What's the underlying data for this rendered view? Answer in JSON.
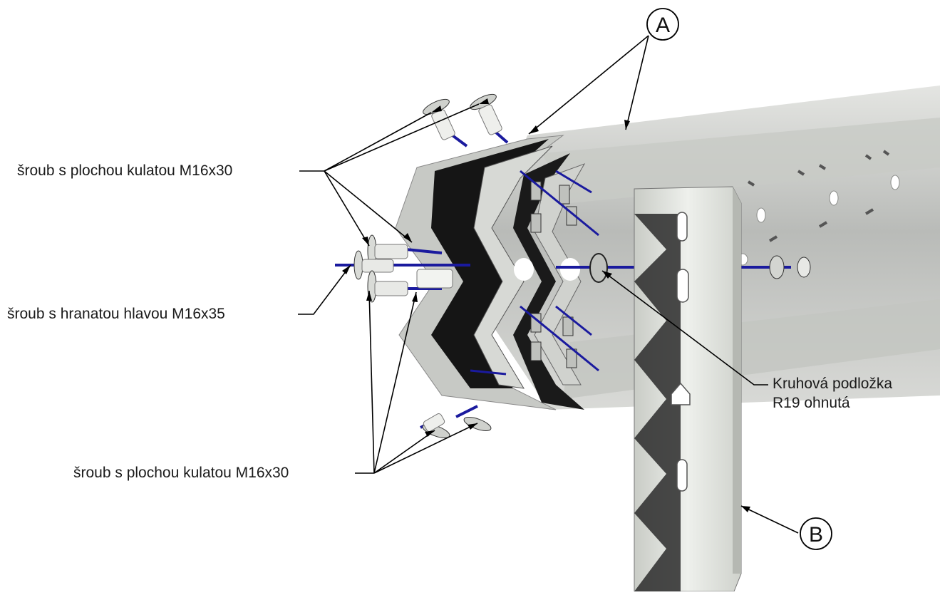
{
  "callouts": {
    "a": "A",
    "b": "B"
  },
  "labels": {
    "bolt_top": "šroub s plochou kulatou M16x30",
    "bolt_middle": "šroub s hranatou hlavou M16x35",
    "bolt_bottom": "šroub s plochou kulatou M16x30",
    "washer_line1": "Kruhová podložka",
    "washer_line2": "R19 ohnutá"
  },
  "colors": {
    "rail_light": "#d4d6d3",
    "rail_mid": "#a8aaa7",
    "rail_dark": "#111111",
    "post": "#e2e6df",
    "bolt_axis": "#1a1a9e",
    "leader": "#000000"
  }
}
